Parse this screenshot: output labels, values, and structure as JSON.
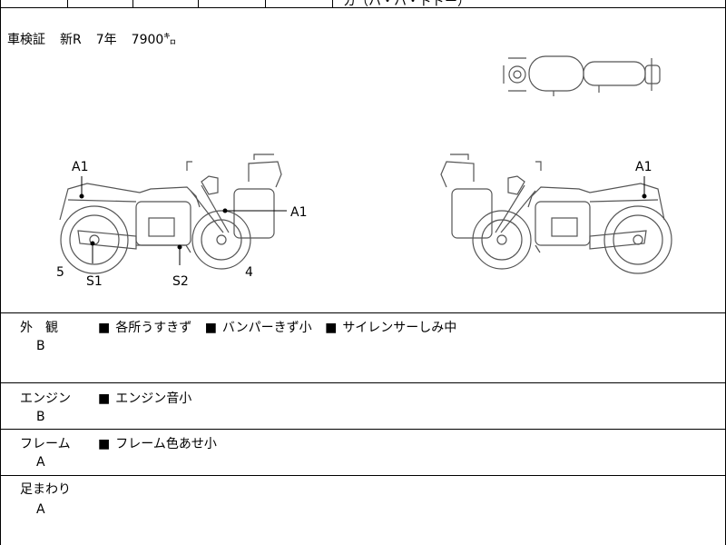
{
  "header": {
    "partial_top_text": "カ（ハ・ハ・ドドー）"
  },
  "inspection": {
    "label": "車検証",
    "type": "新R",
    "years": "7年",
    "amount": "7900㌔"
  },
  "diagram": {
    "left_bike_labels": {
      "a1_top": "A1",
      "a1_side": "A1",
      "num_5": "5",
      "s1": "S1",
      "s2": "S2",
      "num_4": "4"
    },
    "right_bike_labels": {
      "a1": "A1"
    }
  },
  "sections": [
    {
      "label": "外　観",
      "grade": "B",
      "notes": [
        "各所うすきず",
        "バンパーきず小",
        "サイレンサーしみ中"
      ]
    },
    {
      "label": "エンジン",
      "grade": "B",
      "notes": [
        "エンジン音小"
      ]
    },
    {
      "label": "フレーム",
      "grade": "A",
      "notes": [
        "フレーム色あせ小"
      ]
    },
    {
      "label": "足まわり",
      "grade": "A",
      "notes": []
    }
  ],
  "bullet_symbol": "■"
}
